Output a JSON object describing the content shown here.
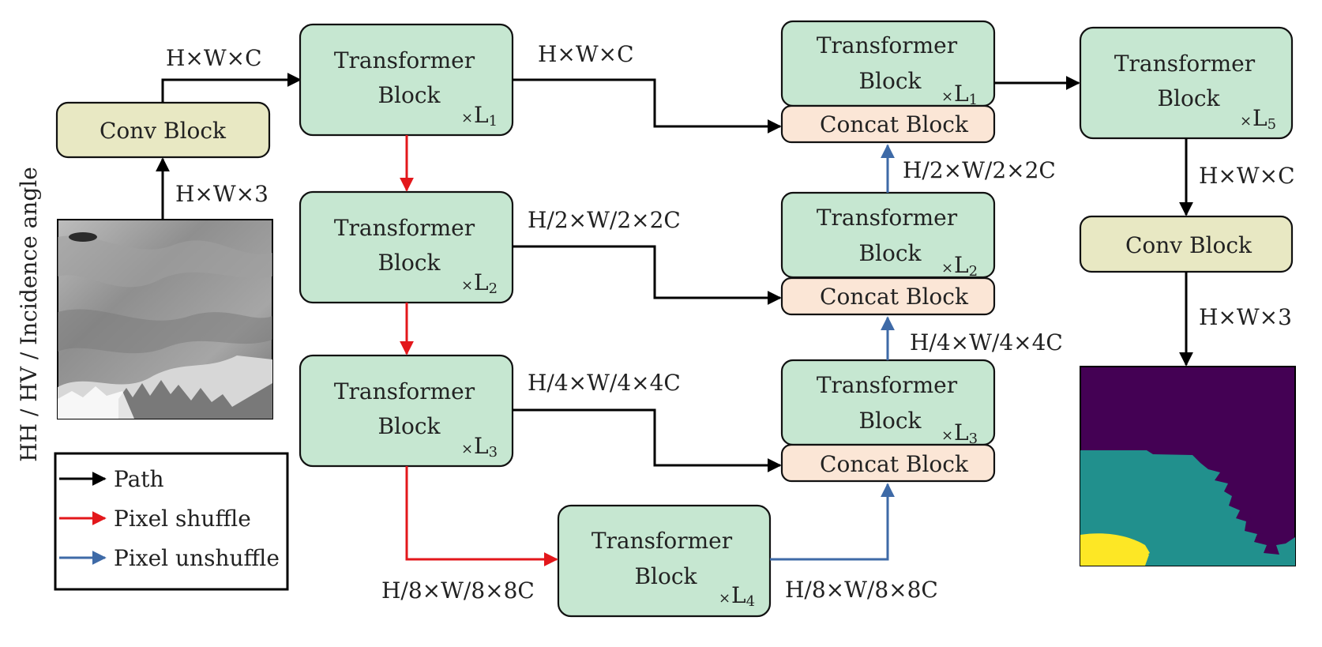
{
  "side_label": "HH / HV / Incidence angle",
  "blocks": {
    "conv_in": "Conv Block",
    "conv_out": "Conv Block",
    "transformer_line1": "Transformer",
    "transformer_line2": "Block",
    "concat": "Concat Block"
  },
  "multipliers": {
    "l1": "L1",
    "l2": "L2",
    "l3": "L3",
    "l4": "L4",
    "l5": "L5",
    "times": "×"
  },
  "dims": {
    "conv_to_t1": "H×W×C",
    "image_to_conv": "H×W×3",
    "t1_to_concat1": "H×W×C",
    "t2_to_concat2": "H/2×W/2×2C",
    "t3_to_concat3": "H/4×W/4×4C",
    "t3_to_t4": "H/8×W/8×8C",
    "t4_to_concat3": "H/8×W/8×8C",
    "d3_to_concat2": "H/4×W/4×4C",
    "d2_to_concat1": "H/2×W/2×2C",
    "t5_to_conv": "H×W×C",
    "conv_to_output": "H×W×3"
  },
  "legend": {
    "path": "Path",
    "pixel_shuffle": "Pixel shuffle",
    "pixel_unshuffle": "Pixel unshuffle"
  },
  "colors": {
    "transformer": "#c6e7d1",
    "conv": "#e8e8c3",
    "concat": "#fbe6d6",
    "path": "#000000",
    "pixel_shuffle": "#e3171b",
    "pixel_unshuffle": "#3e6aa7",
    "map_dark": "#440154",
    "map_teal": "#21908d",
    "map_yellow": "#fde725"
  }
}
